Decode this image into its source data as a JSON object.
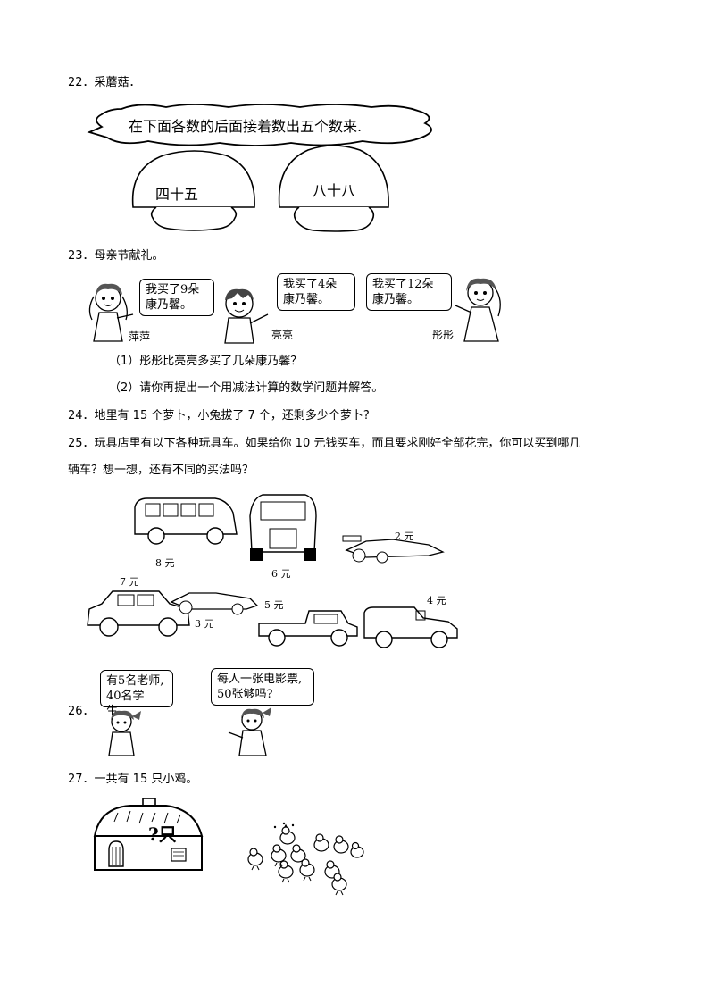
{
  "q22": {
    "label": "22．采蘑菇．",
    "cloud_text": "在下面各数的后面接着数出五个数来.",
    "mushroom_left": "四十五",
    "mushroom_right": "八十八"
  },
  "q23": {
    "label": "23．母亲节献礼。",
    "bubbles": [
      {
        "line1": "我买了9朵",
        "line2": "康乃馨。"
      },
      {
        "line1": "我买了4朵",
        "line2": "康乃馨。"
      },
      {
        "line1": "我买了12朵",
        "line2": "康乃馨。"
      }
    ],
    "names": [
      "萍萍",
      "亮亮",
      "彤彤"
    ],
    "sub1": "（1）彤彤比亮亮多买了几朵康乃馨？",
    "sub2": "（2）请你再提出一个用减法计算的数学问题并解答。"
  },
  "q24": {
    "text": "24．地里有 15 个萝卜，小兔拔了 7 个，还剩多少个萝卜?"
  },
  "q25": {
    "line1": "25．玩具店里有以下各种玩具车。如果给你 10 元钱买车，而且要求刚好全部花完，你可以买到哪几",
    "line2": "辆车？想一想，还有不同的买法吗？",
    "prices": [
      "8 元",
      "6 元",
      "2 元",
      "7 元",
      "3 元",
      "5 元",
      "4 元"
    ]
  },
  "q26": {
    "label": "26．",
    "bubble_left": {
      "line1": "有5名老师,",
      "line2": "40名学生。"
    },
    "bubble_right": {
      "line1": "每人一张电影票,",
      "line2": "50张够吗?"
    }
  },
  "q27": {
    "label": "27．一共有 15 只小鸡。",
    "house_text": "?只"
  }
}
